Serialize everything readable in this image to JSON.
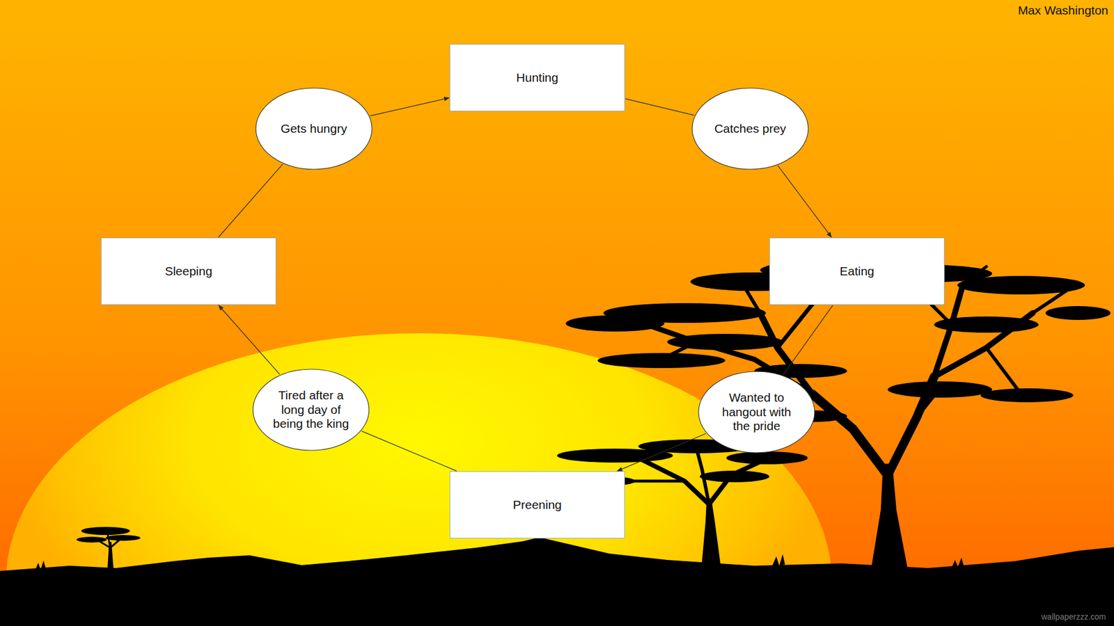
{
  "diagram": {
    "nodes": [
      {
        "text": [
          "Hunting"
        ]
      },
      {
        "text": [
          "Gets hungry"
        ]
      },
      {
        "text": [
          "Catches prey"
        ]
      },
      {
        "text": [
          "Sleeping"
        ]
      },
      {
        "text": [
          "Eating"
        ]
      },
      {
        "text": [
          "Tired after a long day of being the king"
        ]
      },
      {
        "text": [
          "Wanted to hangout with the pride"
        ]
      },
      {
        "text": [
          "Preening"
        ]
      }
    ],
    "edges": [
      {
        "from": 3,
        "to": 1,
        "arrow": "none"
      },
      {
        "from": 1,
        "to": 0,
        "arrow": "to"
      },
      {
        "from": 0,
        "to": 2,
        "arrow": "none"
      },
      {
        "from": 2,
        "to": 4,
        "arrow": "to"
      },
      {
        "from": 4,
        "to": 6,
        "arrow": "none"
      },
      {
        "from": 6,
        "to": 7,
        "arrow": "to"
      },
      {
        "from": 7,
        "to": 5,
        "arrow": "none"
      },
      {
        "from": 5,
        "to": 3,
        "arrow": "to"
      }
    ],
    "labels": [
      "Max Washington",
      "wallpaperzzz.com"
    ]
  }
}
